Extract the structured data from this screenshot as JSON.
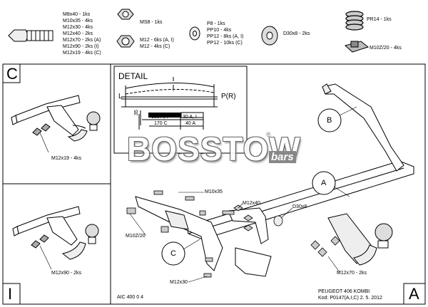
{
  "parts_list": {
    "bolts_main": [
      "M8x40 - 1ks",
      "M10x35 - 4ks",
      "M12x30 - 4ks",
      "M12x40 - 2ks",
      "M12x70 - 2ks (A)",
      "M12x90 - 2ks (I)",
      "M12x19 - 4ks (C)"
    ],
    "nut_ms8": "MS8 - 1ks",
    "nuts_m12": [
      "M12 - 6ks (A, I)",
      "M12 - 4ks (C)"
    ],
    "washers": [
      "P8 - 1ks",
      "PP10 - 4ks",
      "PP12 - 8ks (A, I)",
      "PP12 - 10ks (C)"
    ],
    "bushing": "D30x8 - 2ks",
    "spring": "PR14 - 1ks",
    "clip": "M10Z/20 - 4ks"
  },
  "detail": {
    "title": "DETAIL",
    "left": "L",
    "right": "P(R)",
    "dim_35": "35",
    "dim_160": "160 A, I",
    "dim_170": "170 C",
    "dim_30": "30 A, I",
    "dim_40": "40 A"
  },
  "panels": {
    "c_letter": "C",
    "c_bolt": "M12x19 - 4ks",
    "i_letter": "I",
    "i_bolt": "M12x90 - 2ks",
    "a_letter": "A"
  },
  "callouts": {
    "b": "B",
    "a": "A",
    "c": "C"
  },
  "main_labels": {
    "m10x35": "M10x35",
    "m12x40": "M12x40",
    "d30x8": "D30x8",
    "m10z20": "M10Z/20",
    "m12x30": "M12x30",
    "m12x70": "M12x70 - 2ks"
  },
  "logo": {
    "name": "BOSSTOW",
    "sub": "bars",
    "reg": "®"
  },
  "footer": {
    "code": "AIC 400 0 4",
    "model": "PEUGEOT 406 KOMBI",
    "ref": "Kod: P0147(A,I,C)  2. 5. 2012"
  }
}
